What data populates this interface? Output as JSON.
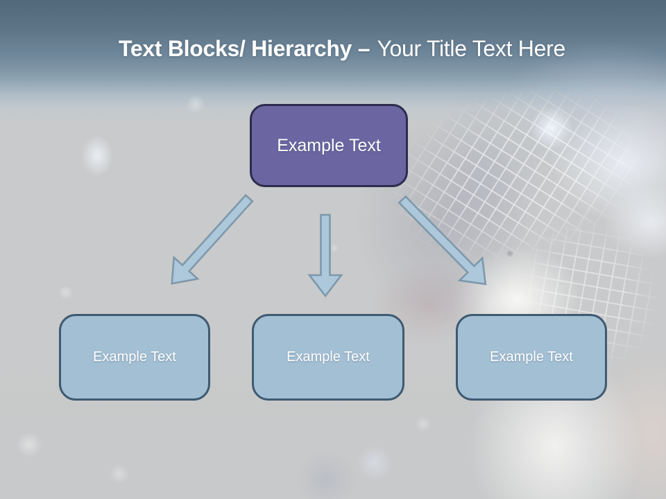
{
  "title": {
    "bold_text": "Text Blocks/ Hierarchy –",
    "regular_text": "Your Title Text Here"
  },
  "diagram": {
    "root": {
      "label": "Example Text"
    },
    "children": [
      {
        "label": "Example Text"
      },
      {
        "label": "Example Text"
      },
      {
        "label": "Example Text"
      }
    ],
    "arrows": [
      {
        "name": "arrow-to-left-child"
      },
      {
        "name": "arrow-to-middle-child"
      },
      {
        "name": "arrow-to-right-child"
      }
    ]
  },
  "colors": {
    "header_top": "#546a7d",
    "content_background": "#c8c9ca",
    "root_box_fill": "#6b66a1",
    "root_box_border": "#2d2c4e",
    "child_box_fill": "#a3bfd4",
    "child_box_border": "#3f5a71",
    "arrow_fill": "#adc7db",
    "arrow_stroke": "#7e98ab",
    "title_color": "#ffffff"
  }
}
